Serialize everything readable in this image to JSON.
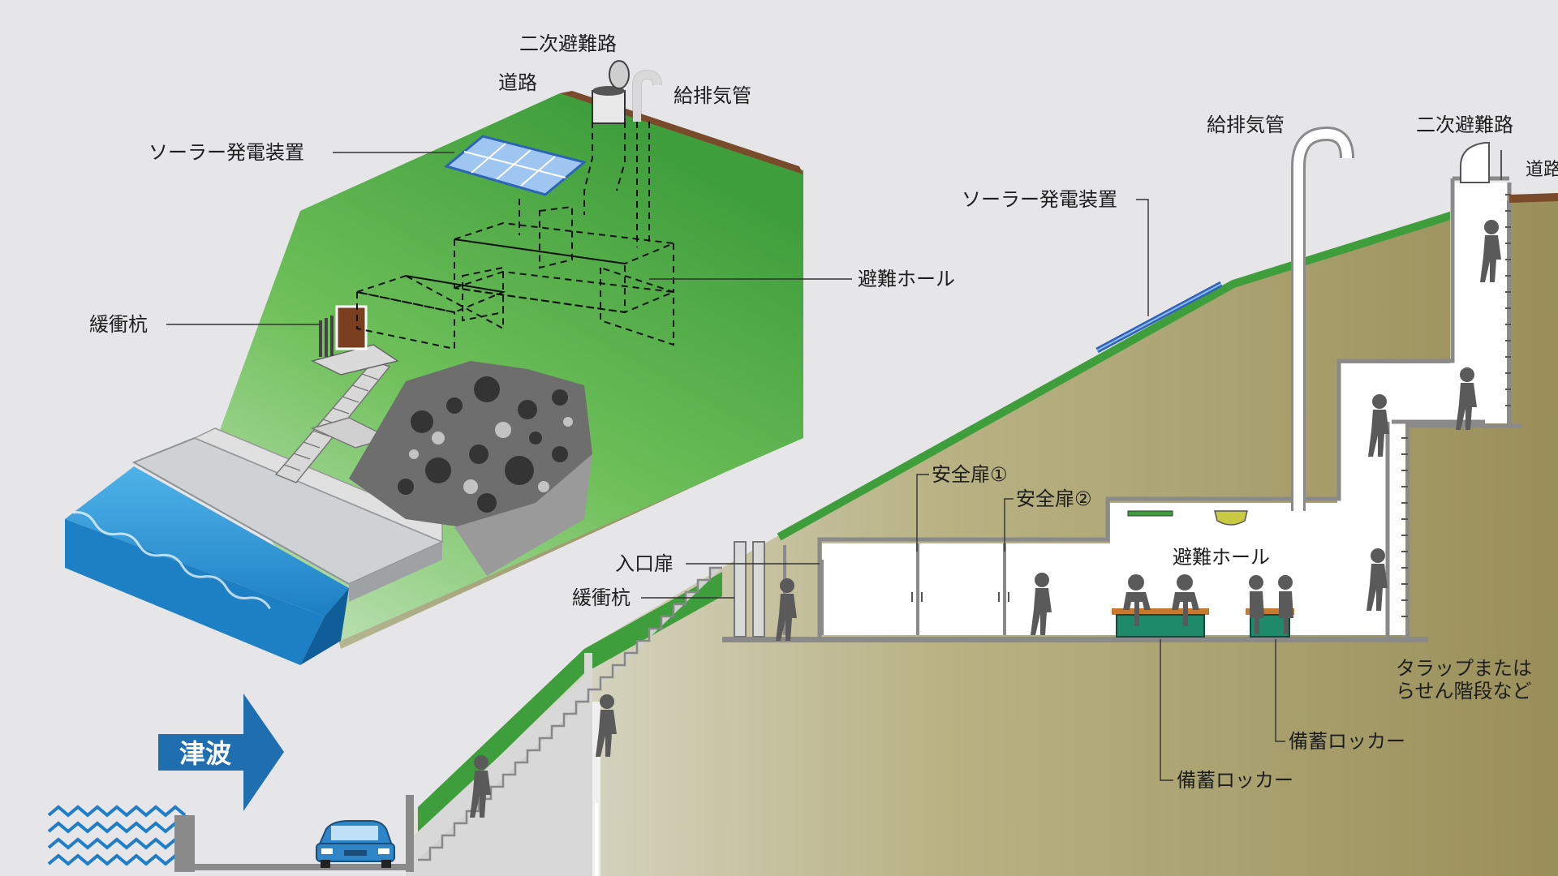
{
  "colors": {
    "background": "#e6e6e8",
    "grass": "#3f9e3c",
    "soil": "#9a8f5a",
    "water": "#1d7fc4",
    "arrow": "#1f6fb0",
    "wall": "#8a8a8a",
    "locker": "#1e8a6a",
    "solar": "#2d64b8"
  },
  "tsunami": {
    "label": "津波"
  },
  "labels3d": {
    "secondary_route": "二次避難路",
    "road": "道路",
    "vent_pipe": "給排気管",
    "solar": "ソーラー発電装置",
    "hall": "避難ホール",
    "buffer_pile": "緩衝杭"
  },
  "section": {
    "vent_pipe": "給排気管",
    "secondary_route": "二次避難路",
    "road": "道路",
    "solar": "ソーラー発電装置",
    "door1": "安全扉①",
    "door2": "安全扉②",
    "entrance_door": "入口扉",
    "buffer_pile": "緩衝杭",
    "hall": "避難ホール",
    "ladder_line1": "タラップまたは",
    "ladder_line2": "らせん階段など",
    "locker1": "備蓄ロッカー",
    "locker2": "備蓄ロッカー"
  }
}
